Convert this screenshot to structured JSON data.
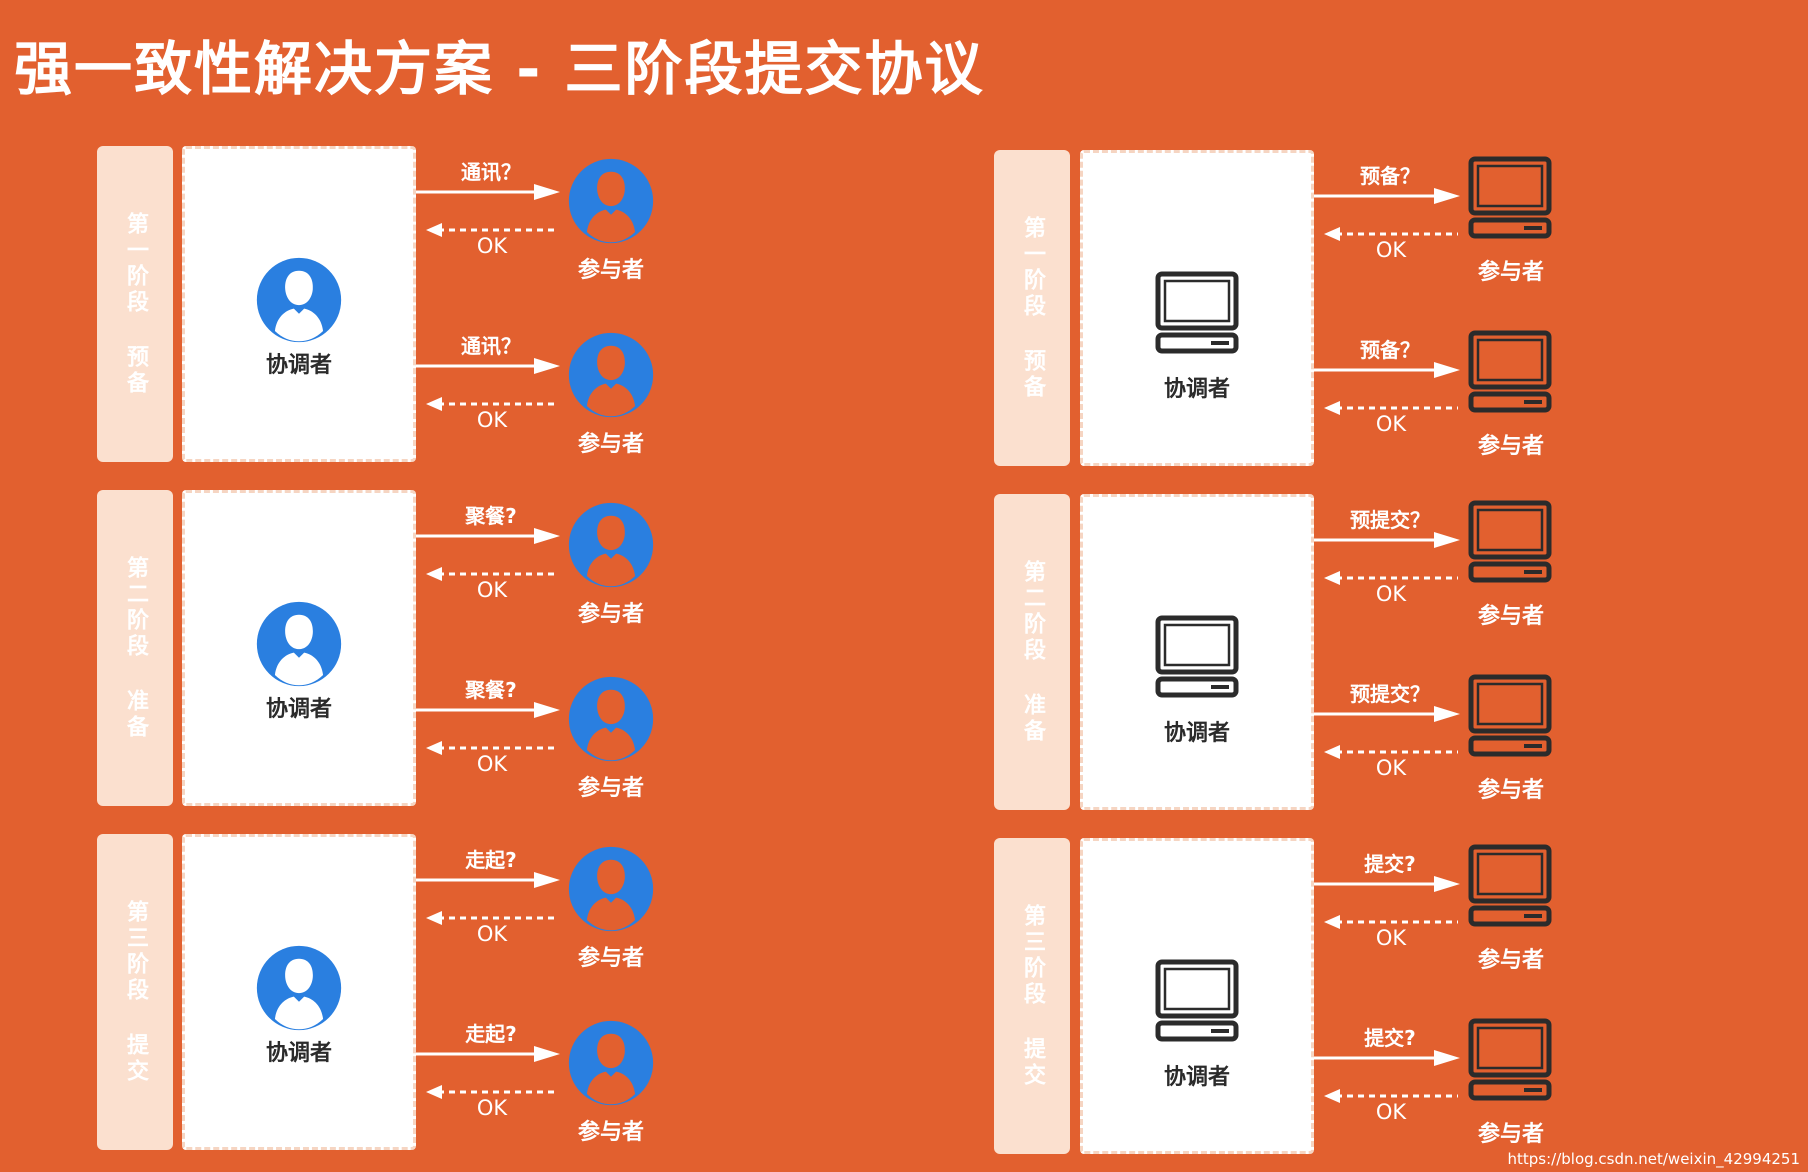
{
  "title": "强一致性解决方案 - 三阶段提交协议",
  "watermark": "https://blog.csdn.net/weixin_42994251",
  "coordinator_label": "协调者",
  "participant_label": "参与者",
  "ok_label": "OK",
  "colors": {
    "background": "#e2602f",
    "stage_bar": "#fbe0cf",
    "person_icon": "#2a7fe0",
    "computer_icon": "#2b2b2b"
  },
  "left_stages": [
    {
      "stage_text": "第一阶段 预备",
      "message": "通讯？"
    },
    {
      "stage_text": "第二阶段 准备",
      "message": "聚餐?"
    },
    {
      "stage_text": "第三阶段 提交",
      "message": "走起?"
    }
  ],
  "right_stages": [
    {
      "stage_text": "第一阶段 预备",
      "message": "预备？"
    },
    {
      "stage_text": "第二阶段 准备",
      "message": "预提交？"
    },
    {
      "stage_text": "第三阶段 提交",
      "message": "提交?"
    }
  ]
}
